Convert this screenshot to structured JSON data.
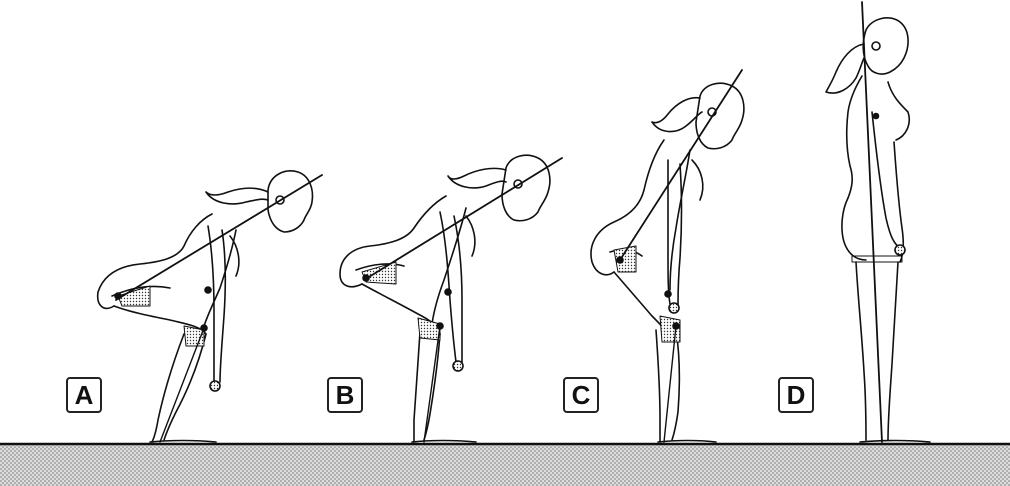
{
  "panels": [
    {
      "label": "A"
    },
    {
      "label": "B"
    },
    {
      "label": "C"
    },
    {
      "label": "D"
    }
  ],
  "colors": {
    "line": "#111111",
    "floor_fill": "#d9d9d9",
    "floor_dots": "#7a7a7a",
    "background": "#ffffff"
  },
  "icons": [
    "deadlift-figure-a",
    "deadlift-figure-b",
    "deadlift-figure-c",
    "standing-figure-d"
  ]
}
